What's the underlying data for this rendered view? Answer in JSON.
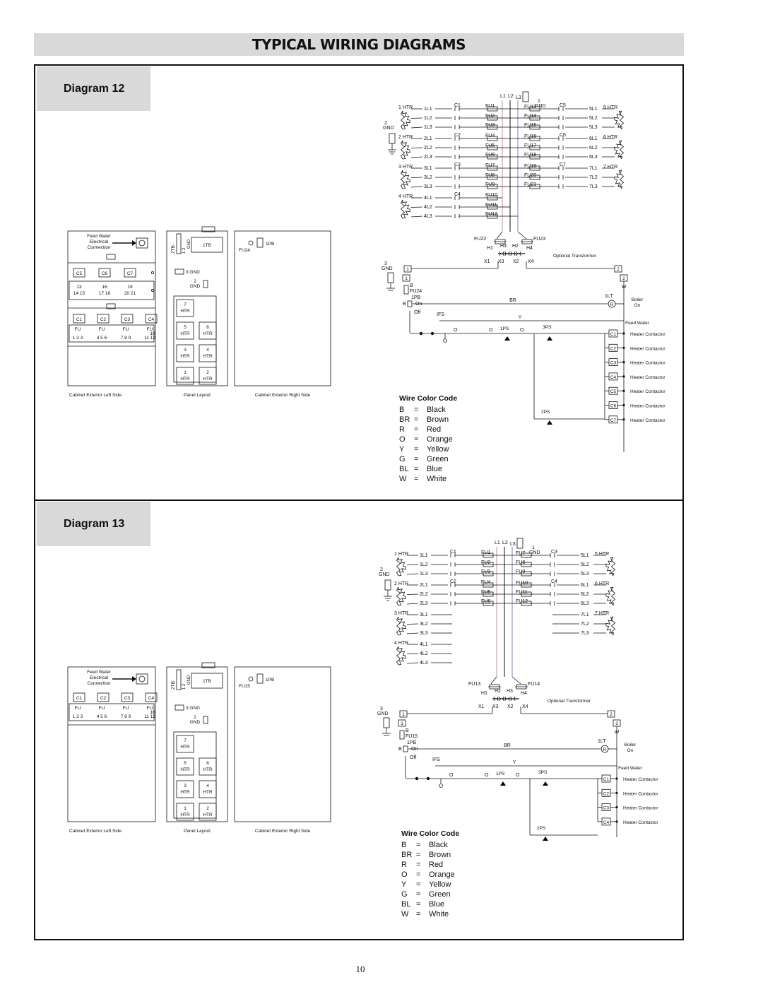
{
  "page": {
    "title": "TYPICAL WIRING DIAGRAMS",
    "page_number": "10"
  },
  "diagrams": [
    {
      "label": "Diagram 12",
      "cabinet": {
        "feed_water_label": "Feed Water",
        "electrical_label": "Electrical",
        "connection_label": "Connection",
        "contactors_top": [
          "C5",
          "C6",
          "C7"
        ],
        "term_top": [
          {
            "n": "13",
            "sub": "14  15"
          },
          {
            "n": "16",
            "sub": "17  18"
          },
          {
            "n": "19",
            "sub": "20  21"
          }
        ],
        "contactors_bottom": [
          "C1",
          "C2",
          "C3",
          "C4"
        ],
        "fuse_blocks": [
          {
            "a": "FU",
            "b": "",
            "sub": "1  2  3"
          },
          {
            "a": "FU",
            "b": "",
            "sub": "4  5  6"
          },
          {
            "a": "FU",
            "b": "",
            "sub": "7  8  9"
          },
          {
            "a": "FU",
            "b": "10",
            "sub": "11  12"
          }
        ],
        "tb_label": "1TB",
        "tb2_label": "2TB",
        "terms_12": "1 2",
        "gnd_label": "3 GND",
        "gnd2_label": "2",
        "gnd_text": "GND",
        "heaters": [
          {
            "n": "7",
            "t": "HTR"
          },
          {
            "n": "5",
            "t": "HTR"
          },
          {
            "n": "6",
            "t": "HTR"
          },
          {
            "n": "3",
            "t": "HTR"
          },
          {
            "n": "4",
            "t": "HTR"
          },
          {
            "n": "1",
            "t": "HTR"
          },
          {
            "n": "2",
            "t": "HTR"
          }
        ],
        "fu_right": "FU24",
        "pb_right": "1PB",
        "caption_left": "Cabinet Exterior Left Side",
        "caption_mid": "Panel Layout",
        "caption_right": "Cabinet Exterior Right Side"
      },
      "schematic": {
        "supply": [
          "L1",
          "L2",
          "L3"
        ],
        "gnd1": "1",
        "gnd_text": "GND",
        "gnd2": "2",
        "left_heaters": [
          "1 HTR",
          "2 HTR",
          "3 HTR",
          "4 HTR"
        ],
        "right_heaters": [
          "5 HTR",
          "6 HTR",
          "7 HTR"
        ],
        "left_lines": [
          [
            "1L1",
            "1L2",
            "1L3"
          ],
          [
            "2L1",
            "2L2",
            "2L3"
          ],
          [
            "3L1",
            "3L2",
            "3L3"
          ],
          [
            "4L1",
            "4L2",
            "4L3"
          ]
        ],
        "right_lines": [
          [
            "5L1",
            "5L2",
            "5L3"
          ],
          [
            "6L1",
            "6L2",
            "6L3"
          ],
          [
            "7L1",
            "7L2",
            "7L3"
          ]
        ],
        "left_contactors": [
          "C1",
          "C2",
          "C3",
          "C4"
        ],
        "right_contactors": [
          "C5",
          "C6",
          "C7"
        ],
        "left_fuses": [
          [
            "FU1",
            "FU2",
            "FU3"
          ],
          [
            "FU4",
            "FU5",
            "FU6"
          ],
          [
            "FU7",
            "FU8",
            "FU9"
          ],
          [
            "FU10",
            "FU11",
            "FU12"
          ]
        ],
        "right_fuses": [
          [
            "FU13",
            "FU14",
            "FU15"
          ],
          [
            "FU16",
            "FU17",
            "FU18"
          ],
          [
            "FU19",
            "FU20",
            "FU21"
          ]
        ],
        "xfmr_fuses": [
          "FU22",
          "FU23"
        ],
        "h_labels": [
          "H1",
          "H3",
          "H2",
          "H4"
        ],
        "x_labels": [
          "X1",
          "X3",
          "X2",
          "X4"
        ],
        "optional_transformer": "Optional Transformer",
        "control": {
          "gnd3": "3",
          "gnd_text": "GND",
          "t1": "1",
          "t2": "2",
          "b_label": "B",
          "fu_ctrl": "FU24",
          "pb": "1PB",
          "on_label": "On",
          "off_label": "Off",
          "ifs": "IFS",
          "br": "BR",
          "y": "Y",
          "w": "W",
          "o1": "O",
          "o2": "O",
          "o3": "O",
          "ps1": "1PS",
          "ps2": "2PS",
          "ps3": "3PS",
          "lt": "1LT",
          "r": "R",
          "boiler_on": "Boiler",
          "on2": "On",
          "feed_water": "Feed Water",
          "coils": [
            "C1",
            "C2",
            "C3",
            "C4",
            "C5",
            "C6",
            "C7"
          ],
          "coil_label": "Heater Contactor"
        }
      },
      "legend": {
        "title": "Wire Color Code",
        "rows": [
          {
            "code": "B",
            "eq": "=",
            "name": "Black"
          },
          {
            "code": "BR",
            "eq": "=",
            "name": "Brown"
          },
          {
            "code": "R",
            "eq": "=",
            "name": "Red"
          },
          {
            "code": "O",
            "eq": "=",
            "name": "Orange"
          },
          {
            "code": "Y",
            "eq": "=",
            "name": "Yellow"
          },
          {
            "code": "G",
            "eq": "=",
            "name": "Green"
          },
          {
            "code": "BL",
            "eq": "=",
            "name": "Blue"
          },
          {
            "code": "W",
            "eq": "=",
            "name": "White"
          }
        ]
      }
    },
    {
      "label": "Diagram 13",
      "cabinet": {
        "feed_water_label": "Feed Water",
        "electrical_label": "Electrical",
        "connection_label": "Connection",
        "contactors_top": [],
        "term_top": [],
        "contactors_bottom": [
          "C1",
          "C2",
          "C3",
          "C4"
        ],
        "fuse_blocks": [
          {
            "a": "FU",
            "b": "",
            "sub": "1  2  3"
          },
          {
            "a": "FU",
            "b": "",
            "sub": "4  5  6"
          },
          {
            "a": "FU",
            "b": "",
            "sub": "7  8  9"
          },
          {
            "a": "FU",
            "b": "10",
            "sub": "11  12"
          }
        ],
        "tb_label": "1TB",
        "tb2_label": "2TB",
        "terms_12": "1 2",
        "gnd_label": "3 GND",
        "gnd2_label": "2",
        "gnd_text": "GND",
        "heaters": [
          {
            "n": "7",
            "t": "HTR"
          },
          {
            "n": "5",
            "t": "HTR"
          },
          {
            "n": "6",
            "t": "HTR"
          },
          {
            "n": "3",
            "t": "HTR"
          },
          {
            "n": "4",
            "t": "HTR"
          },
          {
            "n": "1",
            "t": "HTR"
          },
          {
            "n": "2",
            "t": "HTR"
          }
        ],
        "fu_right": "FU15",
        "pb_right": "1PB",
        "caption_left": "Cabinet Exterior Left Side",
        "caption_mid": "Panel Layout",
        "caption_right": "Cabinet Exterior Right Side"
      },
      "schematic": {
        "supply": [
          "L1",
          "L2",
          "L3"
        ],
        "gnd1": "1",
        "gnd_text": "GND",
        "gnd2": "2",
        "left_heaters": [
          "1 HTR",
          "2 HTR",
          "3 HTR",
          "4 HTR"
        ],
        "right_heaters": [
          "5 HTR",
          "6 HTR",
          "7 HTR"
        ],
        "left_lines": [
          [
            "1L1",
            "1L2",
            "1L3"
          ],
          [
            "2L1",
            "2L2",
            "2L3"
          ],
          [
            "3L1",
            "3L2",
            "3L3"
          ],
          [
            "4L1",
            "4L2",
            "4L3"
          ]
        ],
        "right_lines": [
          [
            "5L1",
            "5L2",
            "5L3"
          ],
          [
            "6L1",
            "6L2",
            "6L3"
          ],
          [
            "7L1",
            "7L2",
            "7L3"
          ]
        ],
        "left_contactors": [
          "C1",
          "C2"
        ],
        "right_contactors": [
          "C3",
          "C4"
        ],
        "left_fuses": [
          [
            "FU1",
            "FU2",
            "FU3"
          ],
          [
            "FU4",
            "FU5",
            "FU6"
          ]
        ],
        "right_fuses": [
          [
            "FU7",
            "FU8",
            "FU9"
          ],
          [
            "FU10",
            "FU11",
            "FU12"
          ]
        ],
        "xfmr_fuses": [
          "FU13",
          "FU14"
        ],
        "h_labels": [
          "H1",
          "H2",
          "H3",
          "H4"
        ],
        "x_labels": [
          "X1",
          "X3",
          "X2",
          "X4"
        ],
        "optional_transformer": "Optional Transformer",
        "control": {
          "gnd3": "3",
          "gnd_text": "GND",
          "t1": "1",
          "t2": "2",
          "b_label": "B",
          "fu_ctrl": "FU15",
          "pb": "1PB",
          "on_label": "On",
          "off_label": "Off",
          "ifs": "IFS",
          "br": "BR",
          "y": "Y",
          "w": "W",
          "o1": "O",
          "o2": "O",
          "o3": "O",
          "ps1": "1PS",
          "ps2": "2PS",
          "ps3": "3PS",
          "lt": "1LT",
          "r": "R",
          "boiler_on": "Boiler",
          "on2": "On",
          "feed_water": "Feed Water",
          "coils": [
            "C1",
            "C2",
            "C3",
            "C4"
          ],
          "coil_label": "Heater Contactor"
        }
      },
      "legend": {
        "title": "Wire Color Code",
        "rows": [
          {
            "code": "B",
            "eq": "=",
            "name": "Black"
          },
          {
            "code": "BR",
            "eq": "=",
            "name": "Brown"
          },
          {
            "code": "R",
            "eq": "=",
            "name": "Red"
          },
          {
            "code": "O",
            "eq": "=",
            "name": "Orange"
          },
          {
            "code": "Y",
            "eq": "=",
            "name": "Yellow"
          },
          {
            "code": "G",
            "eq": "=",
            "name": "Green"
          },
          {
            "code": "BL",
            "eq": "=",
            "name": "Blue"
          },
          {
            "code": "W",
            "eq": "=",
            "name": "White"
          }
        ]
      }
    }
  ],
  "colors": {
    "banner_bg": "#d9d9d9",
    "line": "#111111",
    "l1_wire": "#c9a2b8",
    "l3_wire": "#9b92c9"
  }
}
